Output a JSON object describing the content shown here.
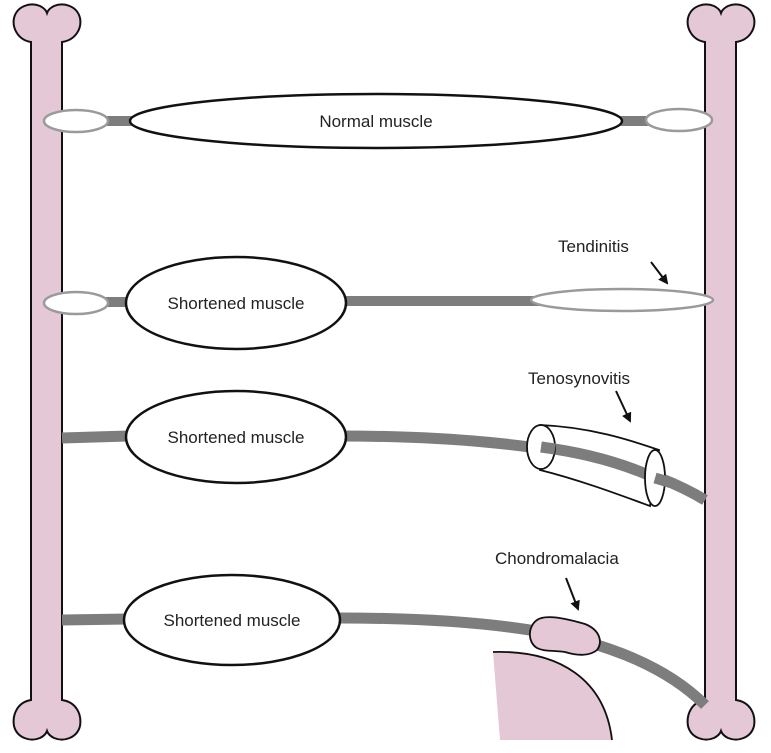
{
  "colors": {
    "bone_fill": "#e4c8d6",
    "outline": "#111111",
    "tendon": "#7d7d7d",
    "tendon_sheath_outline": "#9a9a9a",
    "background": "#ffffff"
  },
  "rows": [
    {
      "muscle_label": "Normal muscle",
      "condition": "normal"
    },
    {
      "muscle_label": "Shortened muscle",
      "condition": "tendinitis",
      "annotation": "Tendinitis"
    },
    {
      "muscle_label": "Shortened muscle",
      "condition": "tenosynovitis",
      "annotation": "Tenosynovitis"
    },
    {
      "muscle_label": "Shortened muscle",
      "condition": "chondromalacia",
      "annotation": "Chondromalacia"
    }
  ]
}
